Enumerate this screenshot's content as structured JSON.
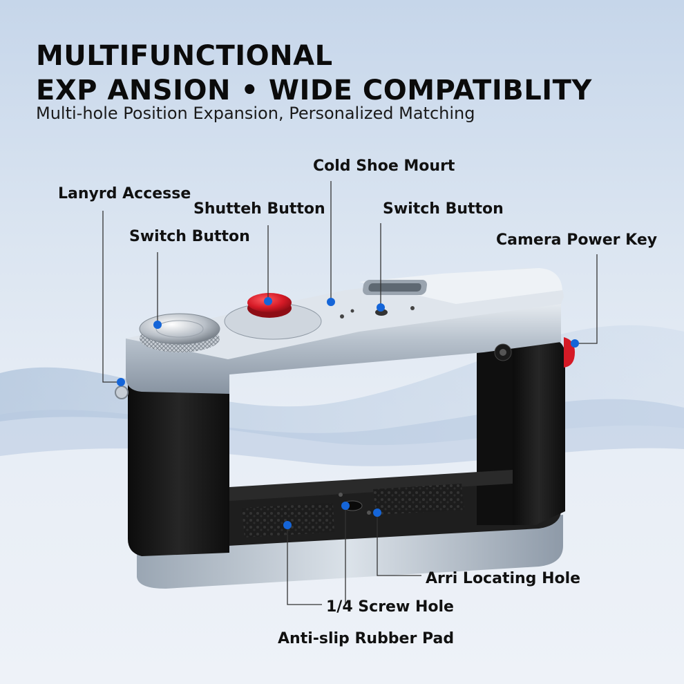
{
  "headline": {
    "line1": "MULTIFUNCTIONAL",
    "line2": "EXP ANSION • WIDE COMPATIBLITY"
  },
  "subheadline": "Multi-hole Position Expansion, Personalized Matching",
  "callouts": {
    "lanyard_access": "Lanyrd Accesse",
    "shutter_button": "Shutteh Button",
    "switch_button_left": "Switch Button",
    "cold_shoe_mount": "Cold Shoe Mourt",
    "switch_button_right": "Switch Button",
    "camera_power_key": "Camera Power Key",
    "arri_locating_hole": "Arri Locating Hole",
    "screw_hole": "1/4 Screw Hole",
    "rubber_pad": "Anti-slip Rubber Pad"
  },
  "colors": {
    "marker_dot": "#1565d8",
    "shutter_red": "#d51a26",
    "aluminum": "#b9c2cd",
    "grip_black": "#141414"
  }
}
